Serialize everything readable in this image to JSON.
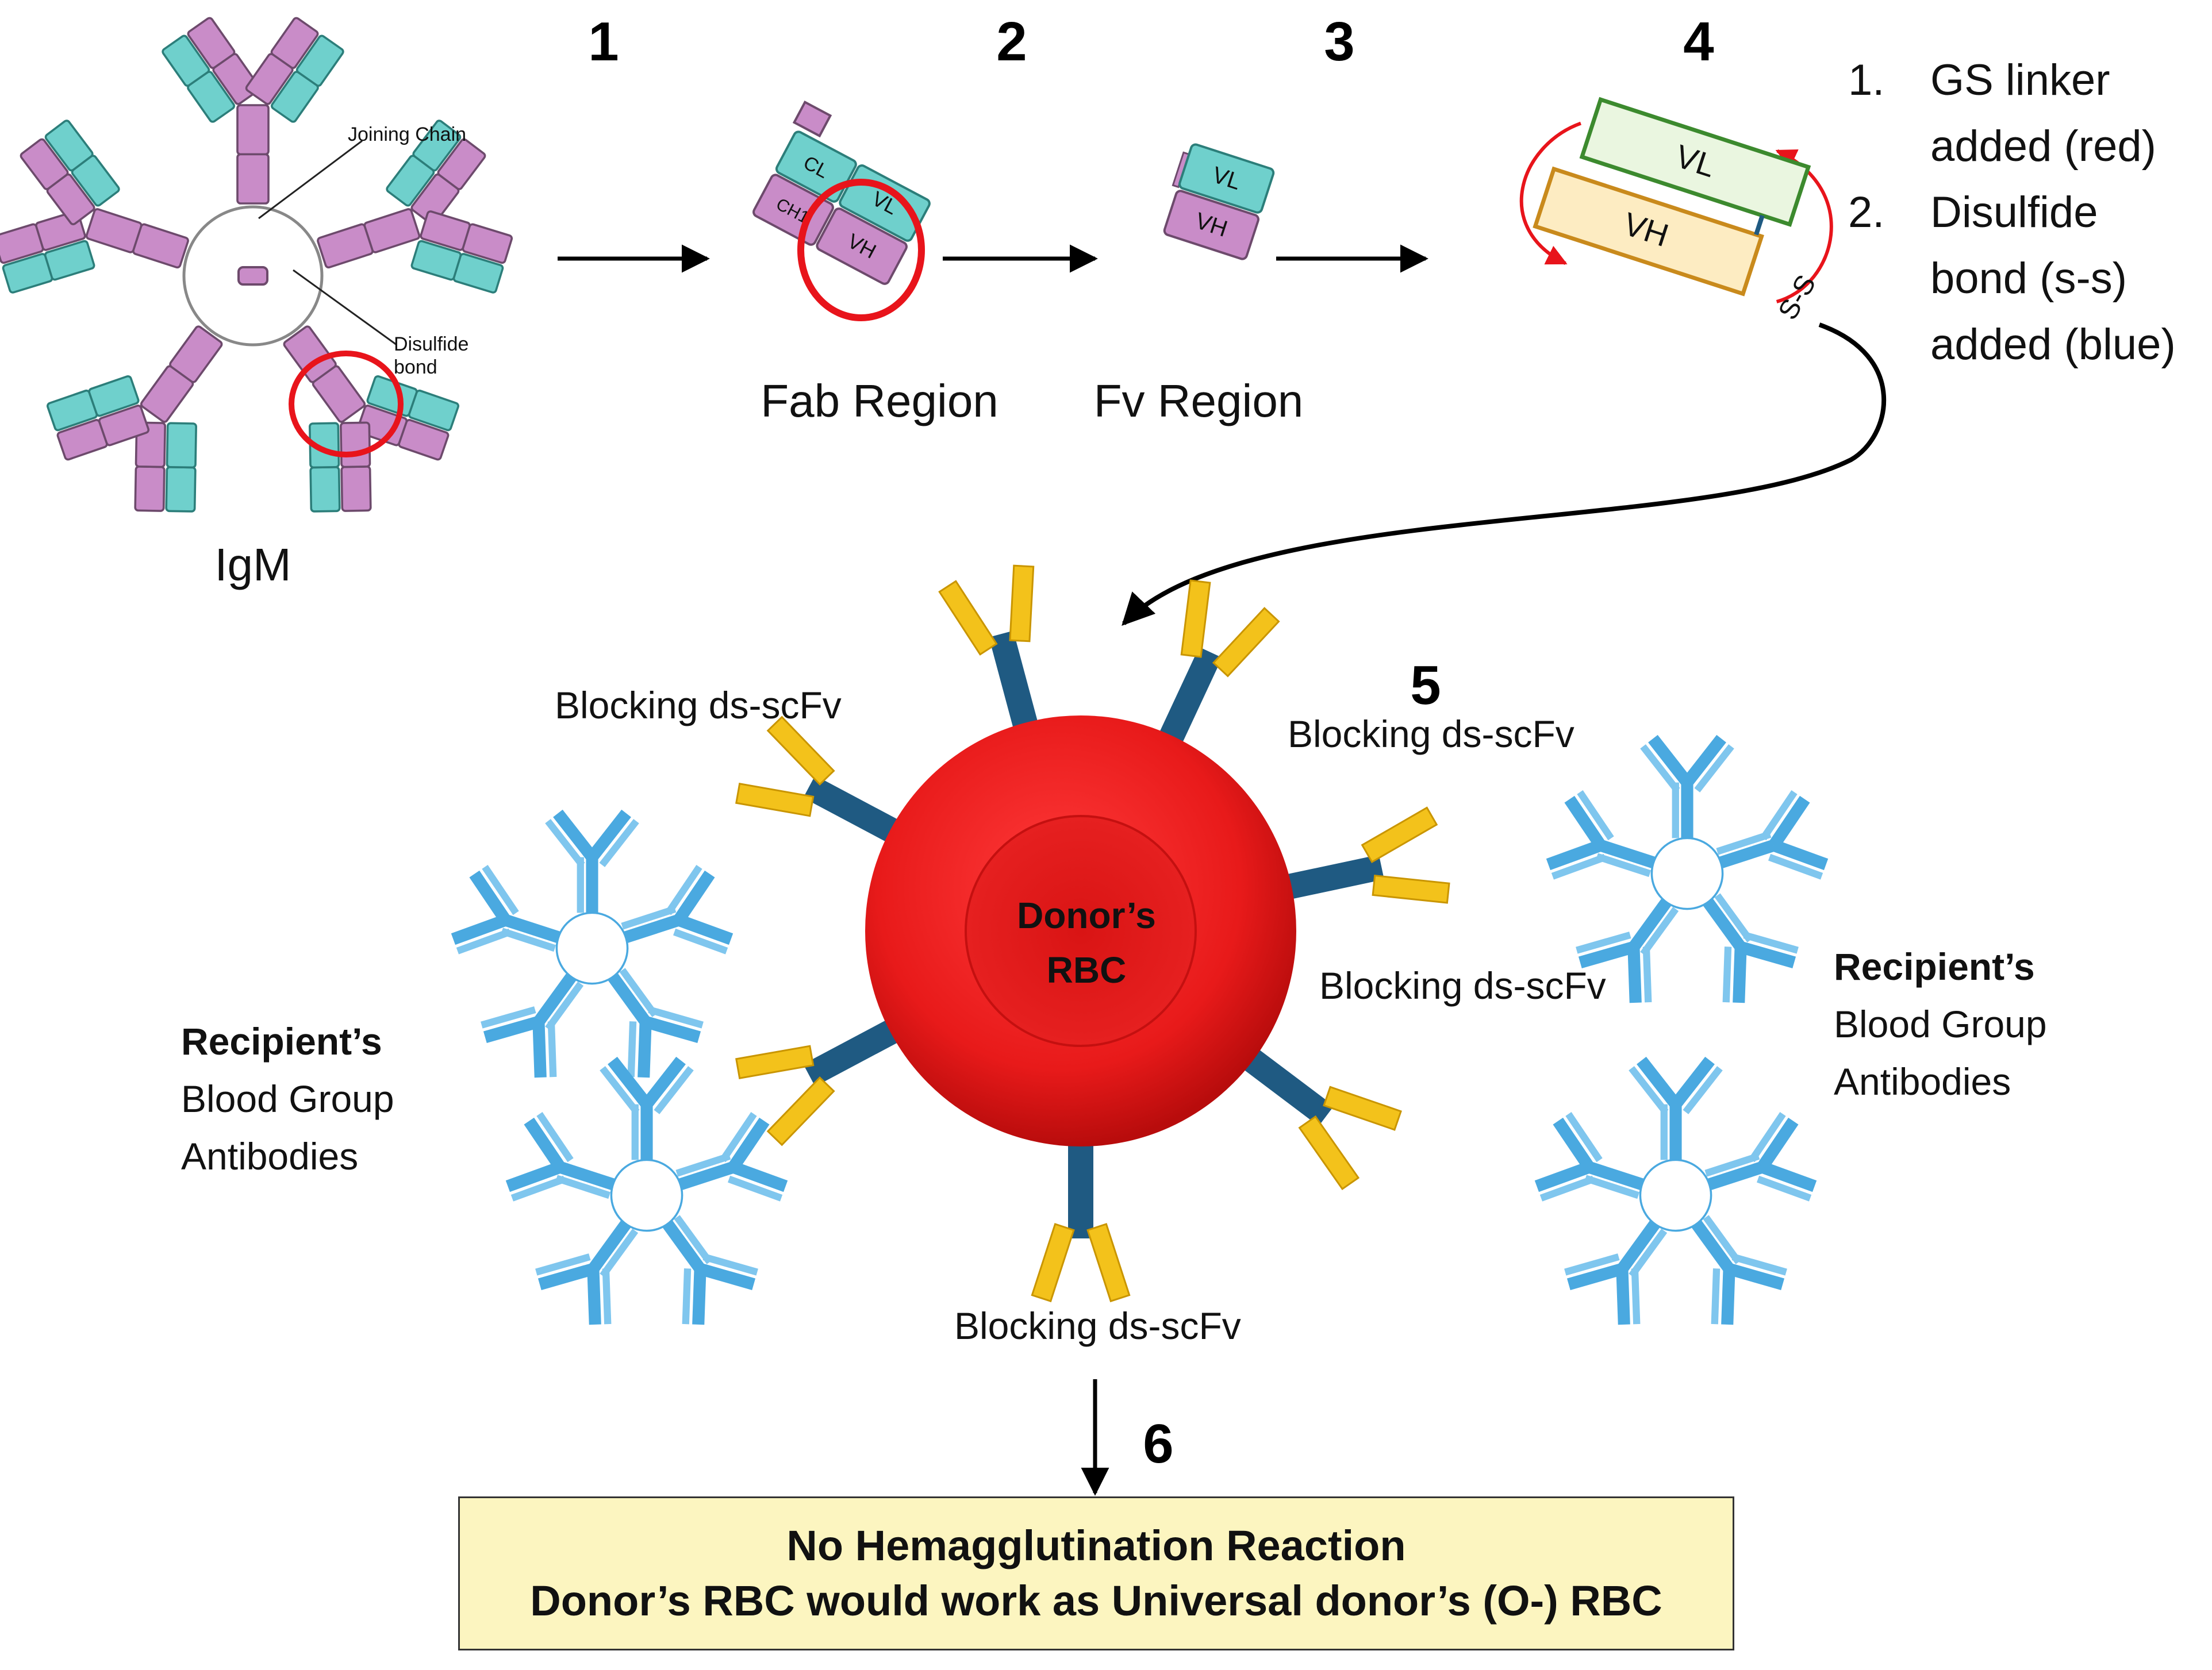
{
  "steps": {
    "s1": "1",
    "s2": "2",
    "s3": "3",
    "s4": "4",
    "s5": "5",
    "s6": "6"
  },
  "igm": {
    "title": "IgM",
    "joining_chain": "Joining Chain",
    "disulfide_line1": "Disulfide",
    "disulfide_line2": "bond"
  },
  "domain_labels": {
    "cl": "CL",
    "vl": "VL",
    "vh": "VH",
    "ch1": "CH1"
  },
  "regions": {
    "fab": "Fab Region",
    "fv": "Fv Region"
  },
  "scfv": {
    "ss_label": "S-S"
  },
  "notes": {
    "n1_num": "1.",
    "n1_line1": "GS linker",
    "n1_line2": "added (red)",
    "n2_num": "2.",
    "n2_line1": "Disulfide",
    "n2_line2": "bond (s-s)",
    "n2_line3": "added (blue)"
  },
  "rbc": {
    "line1": "Donor’s",
    "line2": "RBC",
    "blocking_label": "Blocking ds-scFv"
  },
  "recipient": {
    "bold": "Recipient’s",
    "line2": "Blood Group",
    "line3": "Antibodies"
  },
  "result": {
    "line1": "No Hemagglutination Reaction",
    "line2": "Donor’s RBC would work as Universal donor’s (O-) RBC"
  },
  "colors": {
    "teal": "#6fd0cc",
    "purple": "#c98cc8",
    "red_circle": "#e8141b",
    "rbc_red": "#e81a1a",
    "scfv_blue": "#1f5a82",
    "scfv_yellow": "#f3c21b",
    "antibody_blue": "#4aa9e0",
    "vl_green": "#3c8a2e",
    "vh_orange": "#c98a1c",
    "result_bg": "#fcf5c0"
  }
}
